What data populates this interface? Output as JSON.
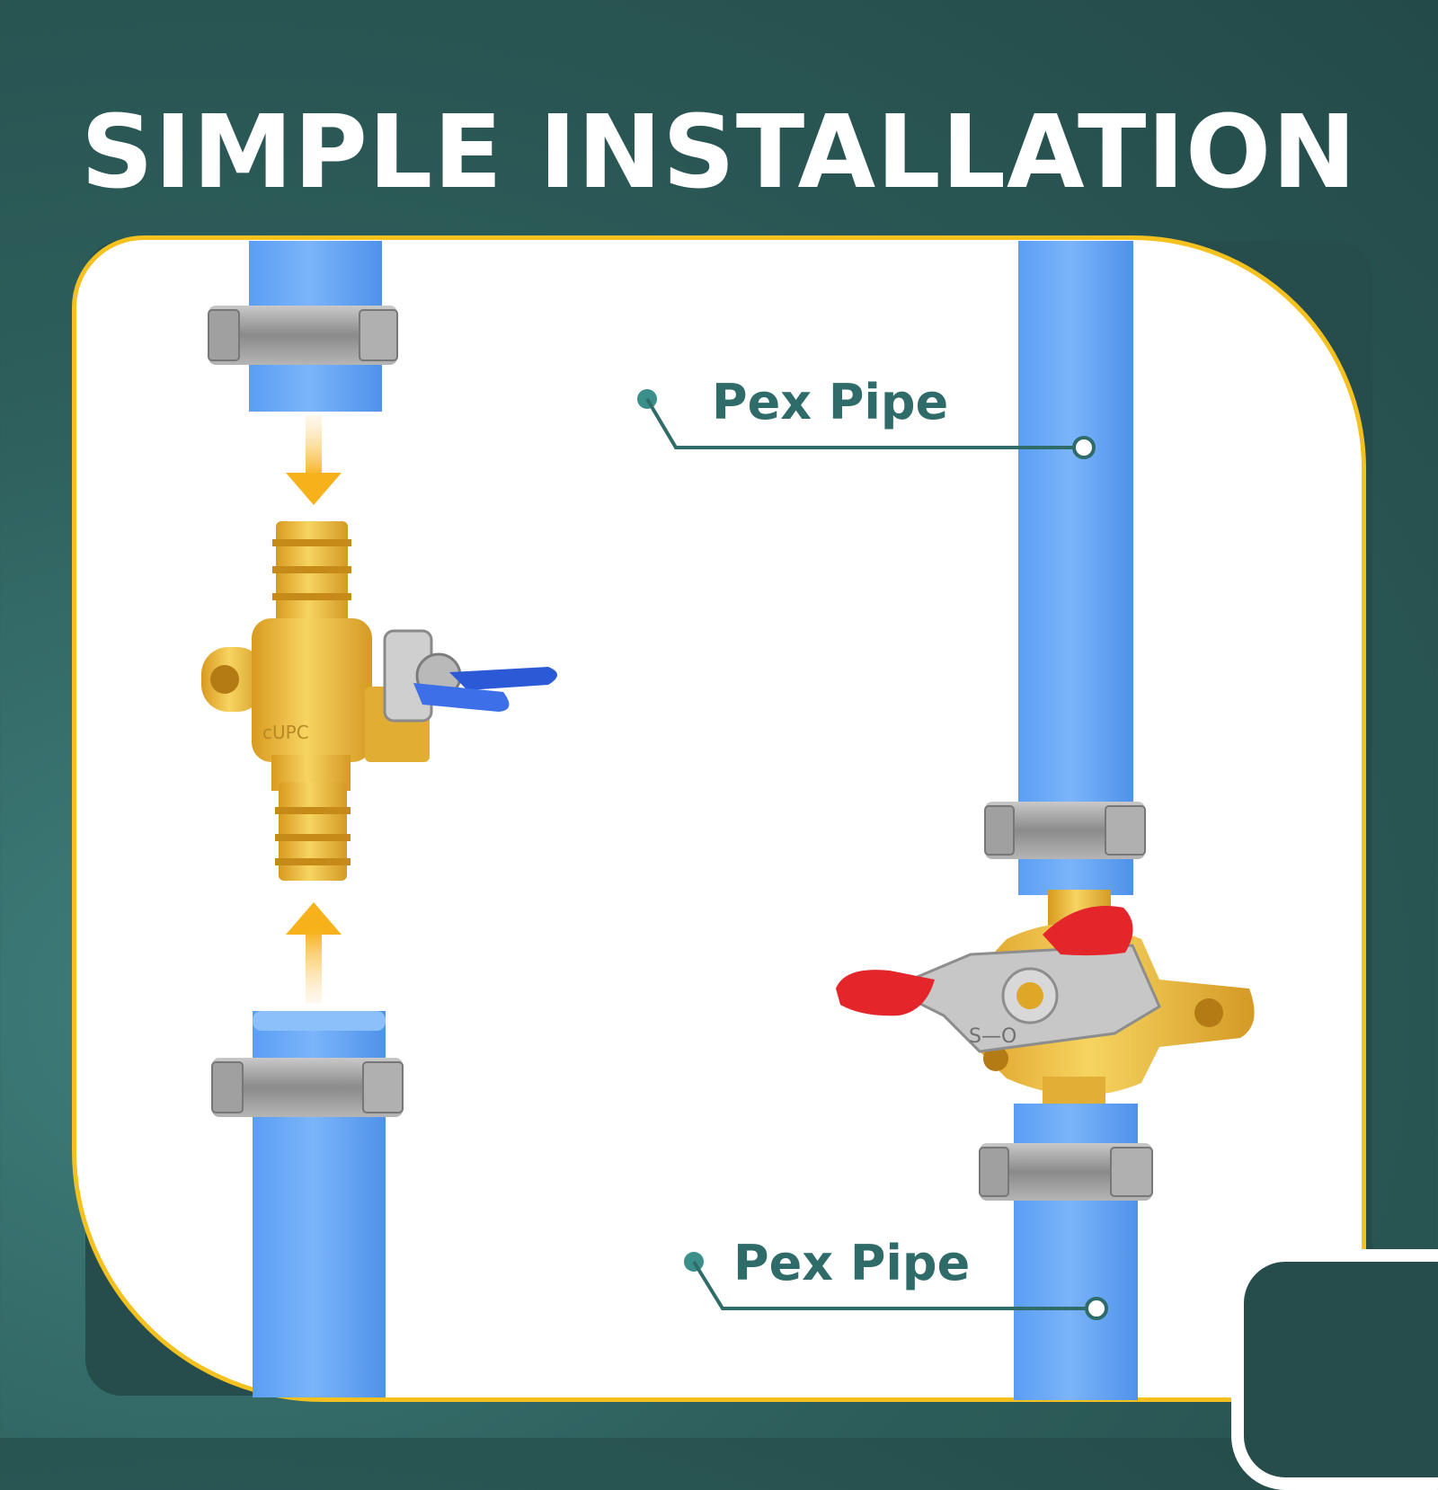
{
  "title": "SIMPLE INSTALLATION",
  "labels": {
    "top": "Pex Pipe",
    "bottom": "Pex Pipe"
  },
  "colors": {
    "background": "#2d5e5b",
    "panel_border": "#f4c11e",
    "pipe": "#5b9ff5",
    "brass": "#e8b93b",
    "callout": "#2f6b68",
    "arrow": "#f7b21b"
  },
  "icons": {
    "valve_handle_left": "blue-handle",
    "valve_handle_right": "red-handle"
  }
}
